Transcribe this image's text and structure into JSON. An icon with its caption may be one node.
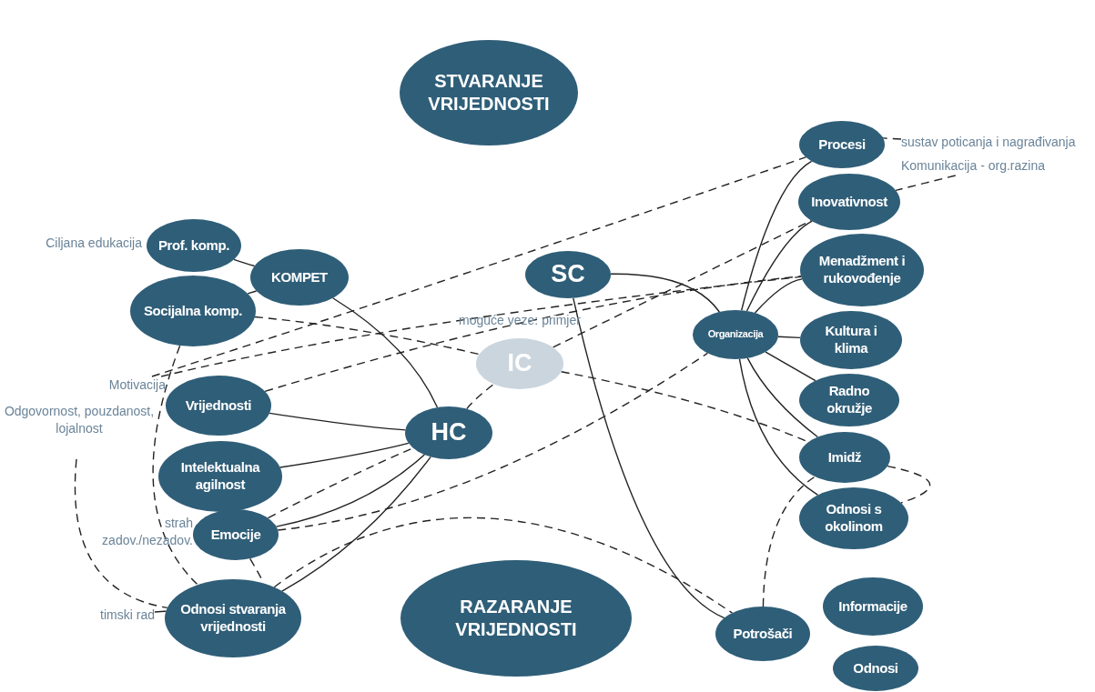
{
  "diagram": {
    "nodes": [
      {
        "text": [
          "STVARANJE VRIJEDNOSTI"
        ]
      },
      {
        "text": [
          "sustav poticanja i nagrađivanja"
        ]
      },
      {
        "text": [
          "Procesi"
        ]
      },
      {
        "text": [
          "Komunikacija - org.razina"
        ]
      },
      {
        "text": [
          "Inovativnost"
        ]
      },
      {
        "text": [
          "Prof. komp."
        ],
        "beside": [
          "Ciljana edukacija"
        ]
      },
      {
        "text": [
          "KOMPET"
        ]
      },
      {
        "text": [
          "Menadžment i rukovođenje"
        ]
      },
      {
        "text": [
          "SC"
        ]
      },
      {
        "text": [
          "Socijalna komp."
        ]
      },
      {
        "text": [
          "Organizacija"
        ]
      },
      {
        "text": [
          "Kultura i klima"
        ]
      },
      {
        "text": [
          "IC"
        ]
      },
      {
        "text": [
          "Motivacija"
        ]
      },
      {
        "text": [
          "Vrijednosti"
        ]
      },
      {
        "text": [
          "Radno okružje"
        ]
      },
      {
        "text": [
          "Odgovornost, pouzdanost, lojalnost"
        ]
      },
      {
        "text": [
          "HC"
        ]
      },
      {
        "text": [
          "Intelektualna agilnost"
        ]
      },
      {
        "text": [
          "Imidž"
        ]
      },
      {
        "text": [
          "Odnosi s okolinom"
        ]
      },
      {
        "text": [
          "Emocije"
        ],
        "beside": [
          "strah zadov./nezadov."
        ]
      },
      {
        "text": [
          "Odnosi stvaranja vrijednosti"
        ]
      },
      {
        "text": [
          "timski rad"
        ]
      },
      {
        "text": [
          "RAZARANJE VRIJEDNOSTI"
        ]
      },
      {
        "text": [
          "Informacije"
        ]
      },
      {
        "text": [
          "Potrošači"
        ]
      },
      {
        "text": [
          "Odnosi"
        ]
      }
    ],
    "edges": [
      {
        "from": 1,
        "to": 2,
        "arrow": "none",
        "style": "dashed"
      },
      {
        "from": 3,
        "to": 4,
        "arrow": "none",
        "style": "dashed"
      },
      {
        "from": 5,
        "to": 6,
        "arrow": "none"
      },
      {
        "from": 9,
        "to": 6,
        "arrow": "none"
      },
      {
        "from": 6,
        "to": 17,
        "arrow": "none"
      },
      {
        "from": 14,
        "to": 17,
        "arrow": "none"
      },
      {
        "from": 18,
        "to": 17,
        "arrow": "none"
      },
      {
        "from": 21,
        "to": 17,
        "arrow": "none"
      },
      {
        "from": 22,
        "to": 17,
        "arrow": "none"
      },
      {
        "from": 23,
        "to": 22,
        "arrow": "none"
      },
      {
        "from": 8,
        "to": 10,
        "arrow": "none"
      },
      {
        "from": 8,
        "to": 26,
        "arrow": "none"
      },
      {
        "from": 10,
        "to": 2,
        "arrow": "none"
      },
      {
        "from": 10,
        "to": 4,
        "arrow": "none"
      },
      {
        "from": 10,
        "to": 7,
        "arrow": "none"
      },
      {
        "from": 10,
        "to": 11,
        "arrow": "none"
      },
      {
        "from": 10,
        "to": 15,
        "arrow": "none"
      },
      {
        "from": 10,
        "to": 19,
        "arrow": "none"
      },
      {
        "from": 10,
        "to": 20,
        "arrow": "none"
      },
      {
        "from": 13,
        "to": 2,
        "arrow": "none",
        "style": "dashed"
      },
      {
        "from": 13,
        "to": 7,
        "arrow": "none",
        "style": "dashed"
      },
      {
        "from": 14,
        "to": 7,
        "arrow": "none",
        "style": "dashed"
      },
      {
        "from": 9,
        "to": 12,
        "arrow": "none",
        "style": "dashed"
      },
      {
        "from": 17,
        "to": 12,
        "arrow": "none",
        "style": "dashed"
      },
      {
        "from": 12,
        "to": 4,
        "arrow": "none",
        "style": "dashed"
      },
      {
        "from": 12,
        "to": 19,
        "arrow": "none",
        "style": "dashed"
      },
      {
        "from": 26,
        "to": 19,
        "arrow": "none",
        "style": "dashed"
      },
      {
        "from": 19,
        "to": 20,
        "arrow": "none",
        "style": "dashed"
      },
      {
        "from": 21,
        "to": 17,
        "arrow": "none",
        "style": "dashed"
      },
      {
        "from": 21,
        "to": 10,
        "arrow": "none",
        "style": "dashed"
      },
      {
        "from": 9,
        "to": 22,
        "arrow": "none",
        "style": "dashed"
      },
      {
        "from": 16,
        "to": 22,
        "arrow": "none",
        "style": "dashed"
      },
      {
        "from": 21,
        "to": 22,
        "arrow": "none",
        "style": "dashed"
      },
      {
        "from": 22,
        "to": 26,
        "arrow": "none",
        "style": "dashed"
      }
    ],
    "labels": [
      "moguće veze: primjer"
    ]
  }
}
